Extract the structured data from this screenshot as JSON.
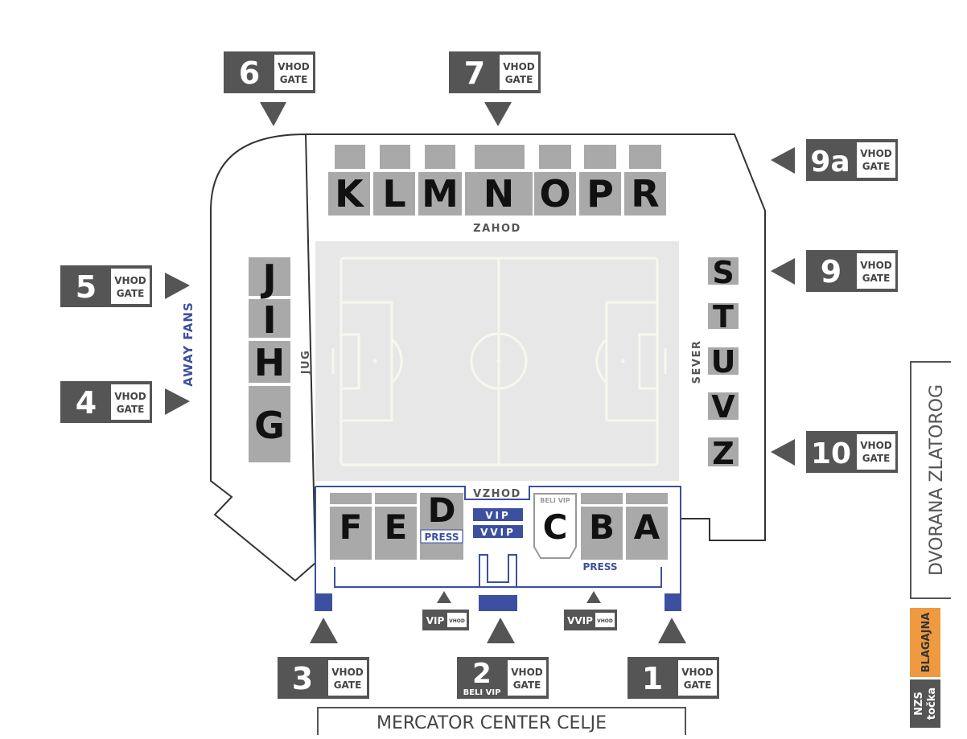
{
  "colors": {
    "stand": "#a9a9a9",
    "gate_box": "#555555",
    "outline": "#333333",
    "pitch": "#e7e7e7",
    "pitch_lines": "#f7f7ef",
    "accent_blue": "#3c4fa0",
    "blagajna": "#ef9940"
  },
  "compass": {
    "west": "ZAHOD",
    "south": "JUG",
    "north": "SEVER",
    "east": "VZHOD"
  },
  "sections": {
    "K": "K",
    "L": "L",
    "M": "M",
    "N": "N",
    "O": "O",
    "P": "P",
    "R": "R",
    "J": "J",
    "I": "I",
    "H": "H",
    "G": "G",
    "S": "S",
    "T": "T",
    "U": "U",
    "V": "V",
    "Z": "Z",
    "F": "F",
    "E": "E",
    "D": "D",
    "C": "C",
    "B": "B",
    "A": "A"
  },
  "gate_label": {
    "line1": "VHOD",
    "line2": "GATE"
  },
  "gates": {
    "g1": "1",
    "g2": "2",
    "g3": "3",
    "g4": "4",
    "g5": "5",
    "g6": "6",
    "g7": "7",
    "g9": "9",
    "g9a": "9a",
    "g10": "10"
  },
  "gate2_sub": "BELI VIP",
  "labels": {
    "away_fans": "AWAY FANS",
    "press_d": "PRESS",
    "press_east": "PRESS",
    "vip": "VIP",
    "vvip": "VVIP",
    "beli_vip": "BELI VIP",
    "vip_entry": "VIP",
    "vvip_entry": "VVIP",
    "entry_small": "VHOD",
    "dvorana": "DVORANA ZLATOROG",
    "blagajna": "BLAGAJNA",
    "nzs_line1": "NZS",
    "nzs_line2": "točka",
    "mercator": "MERCATOR CENTER CELJE"
  }
}
